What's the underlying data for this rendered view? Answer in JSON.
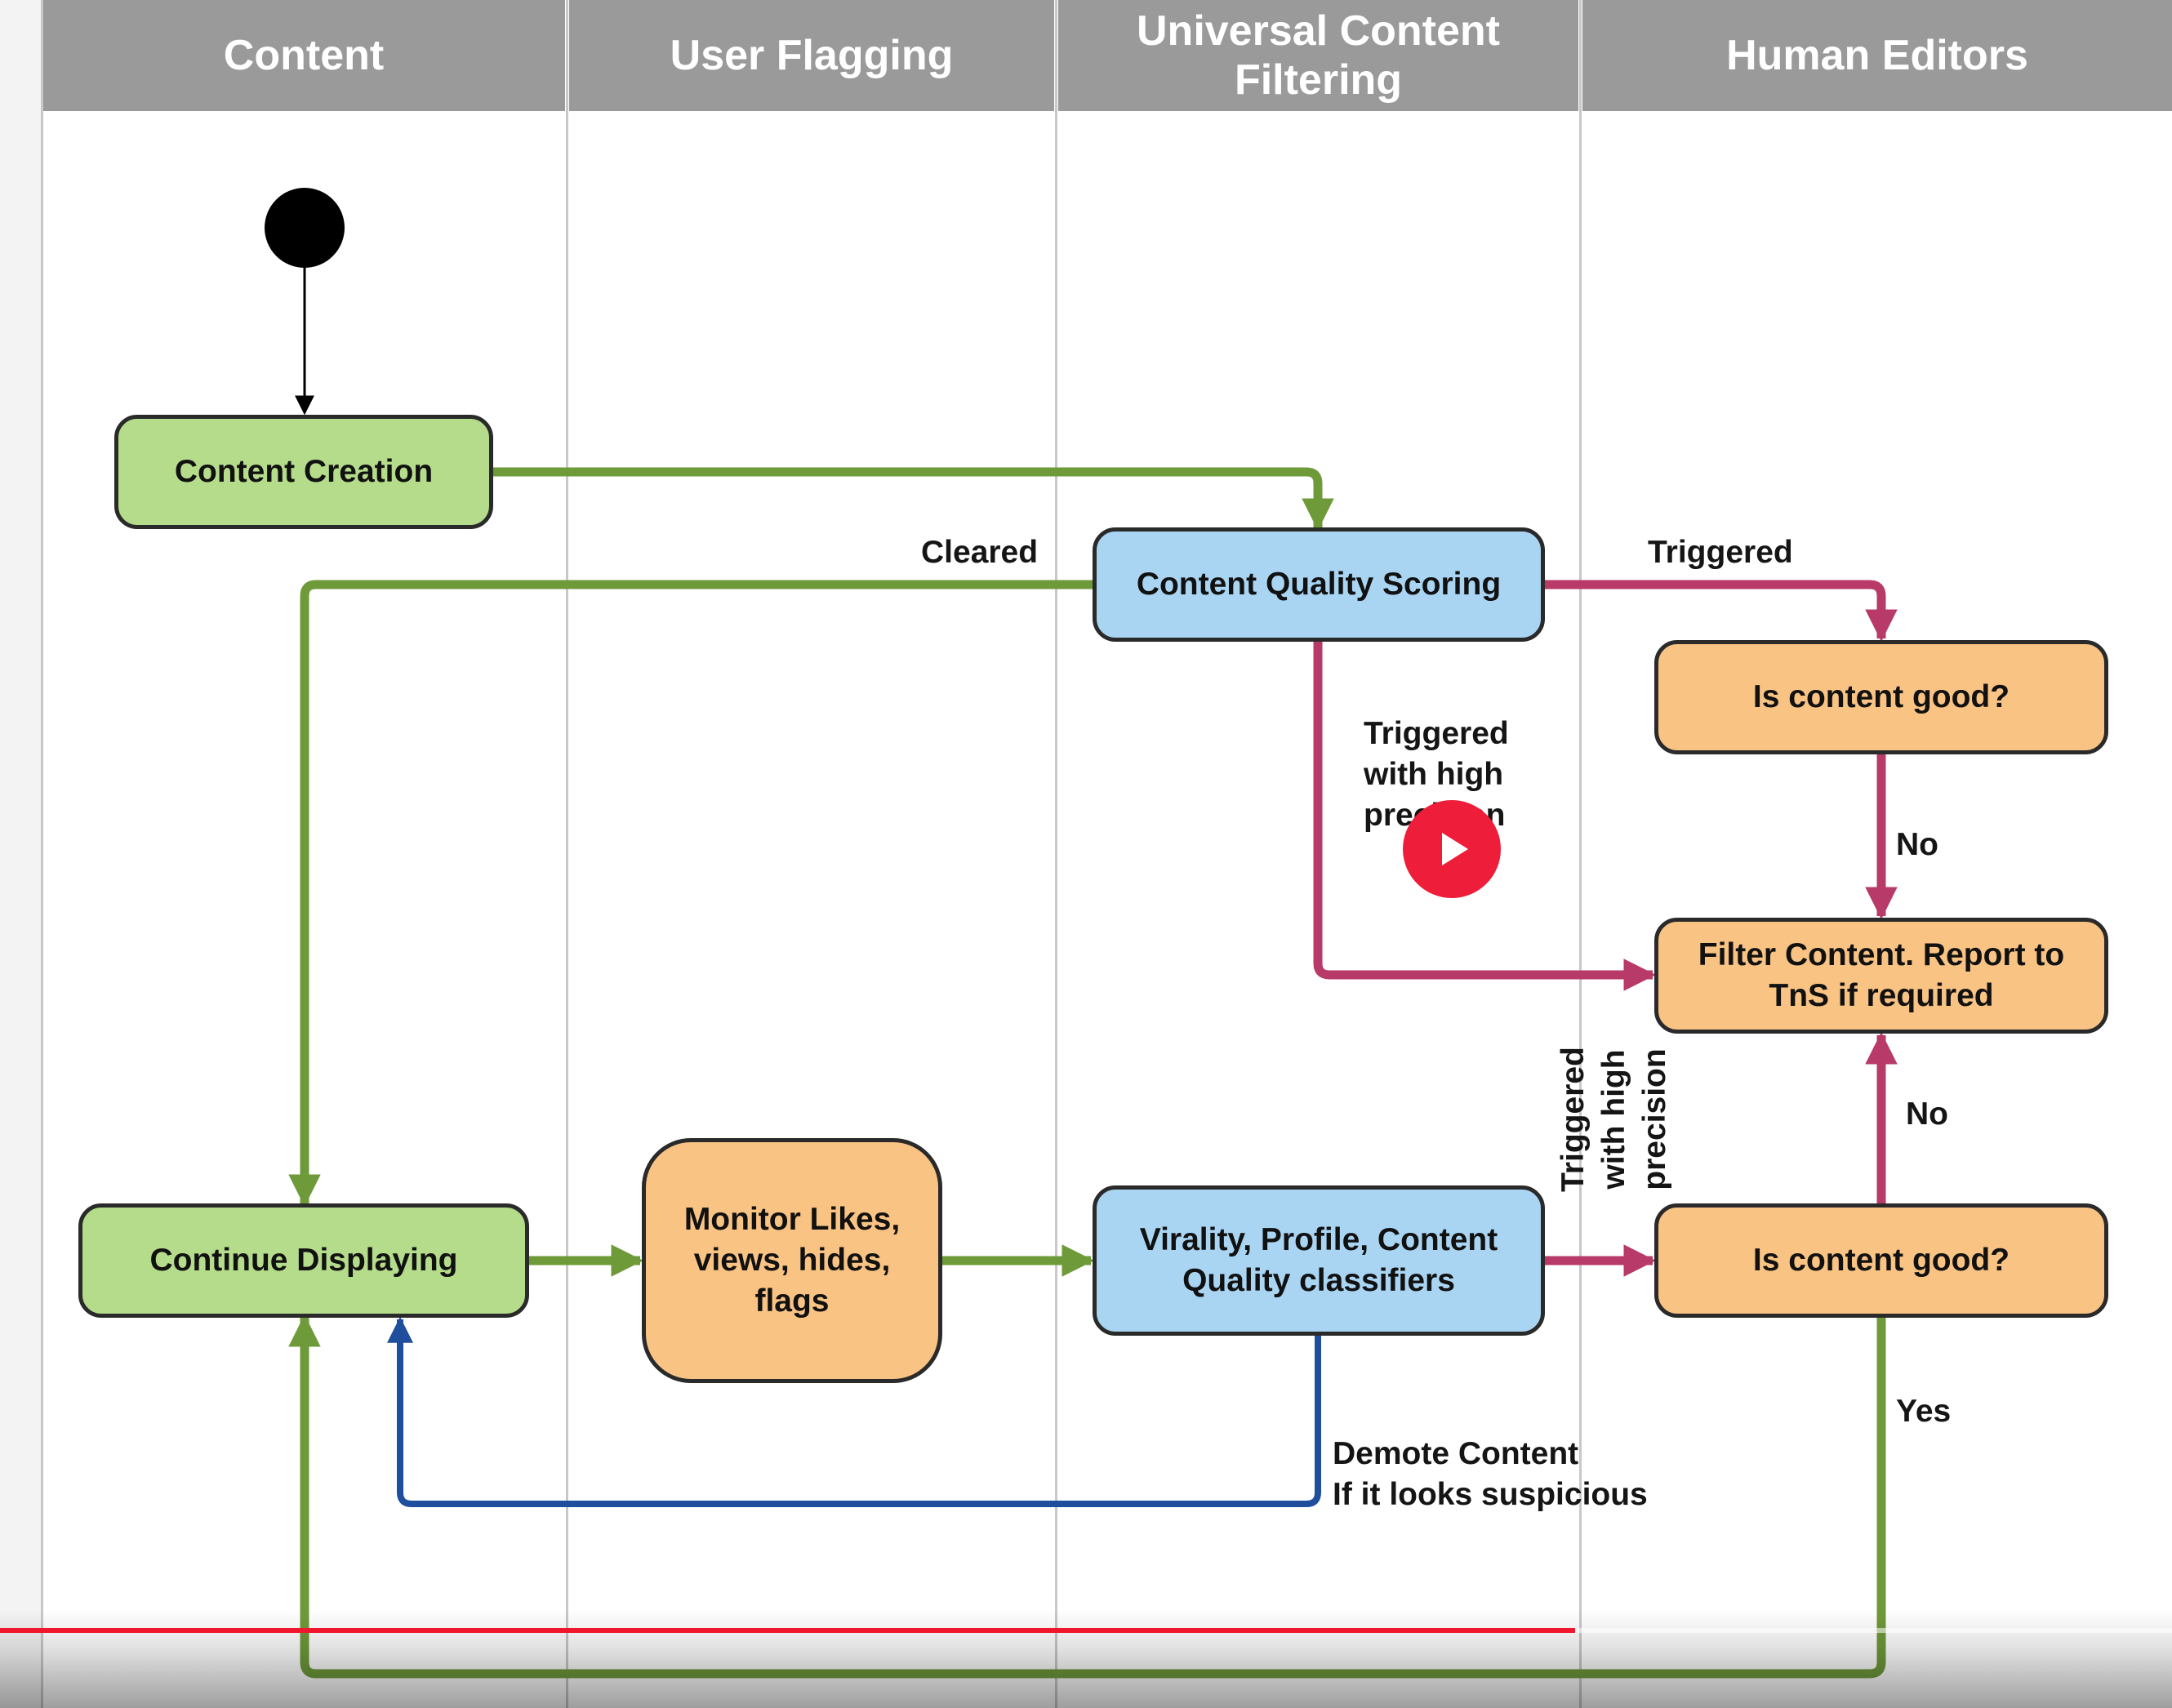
{
  "lanes": [
    {
      "title": "Content"
    },
    {
      "title": "User Flagging"
    },
    {
      "title": "Universal Content\nFiltering"
    },
    {
      "title": "Human Editors"
    }
  ],
  "nodes": {
    "content_creation": "Content Creation",
    "content_quality_scoring": "Content Quality Scoring",
    "is_content_good_top": "Is content good?",
    "filter_content": "Filter Content. Report to\nTnS if required",
    "continue_displaying": "Continue Displaying",
    "monitor": "Monitor Likes,\nviews, hides,\nflags",
    "classifiers": "Virality, Profile, Content\nQuality classifiers",
    "is_content_good_bottom": "Is content good?"
  },
  "edge_labels": {
    "cleared": "Cleared",
    "triggered": "Triggered",
    "triggered_high_precision": "Triggered\nwith high\nprecision",
    "no_top": "No",
    "triggered_high_precision_vertical": "Triggered\nwith high\nprecision",
    "no_bottom": "No",
    "yes": "Yes",
    "demote": "Demote Content\nIf it looks suspicious"
  },
  "colors": {
    "green_flow": "#6f9a3a",
    "magenta_flow": "#b83a68",
    "blue_flow": "#1f4e9c",
    "control_flow": "#000000",
    "lane_header": "#9a9a9a",
    "node_green": "#b5dc8a",
    "node_blue": "#a9d5f3",
    "node_orange": "#f9c384",
    "progress": "#f0162d"
  },
  "video_player": {
    "icon": "play-icon",
    "progress": 0.725
  }
}
